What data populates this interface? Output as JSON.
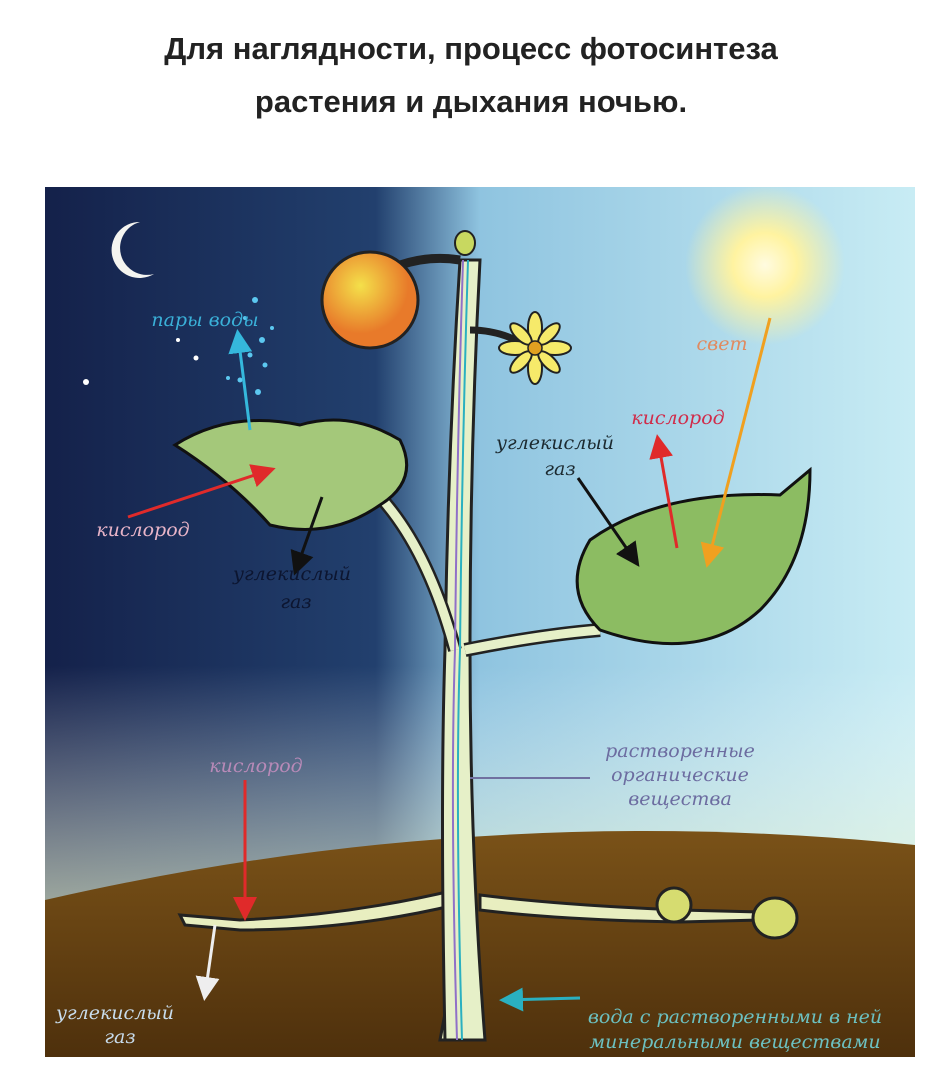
{
  "article": {
    "title_line1": "Для наглядности, процесс фотосинтеза",
    "title_line2": "растения и дыхания ночью."
  },
  "diagram": {
    "labels": {
      "water_vapor": "пары воды",
      "oxygen_night_leaf": "кислород",
      "co2_night_leaf_1": "углекислый",
      "co2_night_leaf_2": "газ",
      "light": "свет",
      "oxygen_day_leaf": "кислород",
      "co2_day_leaf_1": "углекислый",
      "co2_day_leaf_2": "газ",
      "organic_1": "растворенные",
      "organic_2": "органические",
      "organic_3": "вещества",
      "oxygen_root": "кислород",
      "co2_root_1": "углекислый",
      "co2_root_2": "газ",
      "water_1": "вода с растворенными в ней",
      "water_2": "минеральными веществами"
    },
    "colors": {
      "night_sky": "#16244f",
      "day_sky": "#bfe6f2",
      "soil": "#6b4512",
      "leaf": "#9cc46a",
      "oxygen_arrow": "#e02a2a",
      "water_arrow": "#35b8dc",
      "light_arrow": "#f0a020"
    }
  }
}
